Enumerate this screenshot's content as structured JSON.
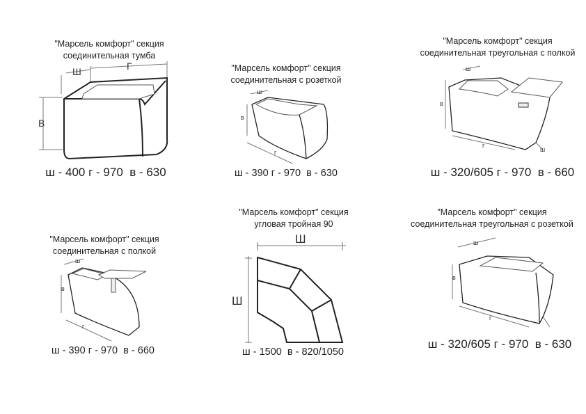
{
  "sections": [
    {
      "title_1": "\"Марсель комфорт\" секция",
      "title_2": "соединительная тумба",
      "spec": "ш - 400 г - 970  в - 630",
      "dims": {
        "w": "Ш",
        "d": "Г",
        "h": "В"
      }
    },
    {
      "title_1": "\"Марсель комфорт\" секция",
      "title_2": "соединительная с розеткой",
      "spec": "ш - 390 г - 970  в - 630",
      "dims": {
        "w": "ш",
        "d": "г",
        "h": "в"
      }
    },
    {
      "title_1": "\"Марсель комфорт\" секция",
      "title_2": "соединительная треугольная с полкой",
      "spec": "ш - 320/605 г - 970  в - 660",
      "dims": {
        "w": "ш",
        "d": "г",
        "h": "в"
      }
    },
    {
      "title_1": "\"Марсель комфорт\" секция",
      "title_2": "соединительная с полкой",
      "spec": "ш - 390 г - 970  в - 660",
      "dims": {
        "w": "ш",
        "d": "г",
        "h": "в"
      }
    },
    {
      "title_1": "\"Марсель комфорт\" секция",
      "title_2": "угловая тройная 90",
      "spec": "ш - 1500  в - 820/1050",
      "dims": {
        "w": "Ш",
        "h": "Ш"
      }
    },
    {
      "title_1": "\"Марсель комфорт\" секция",
      "title_2": "соединительная треугольная с розеткой",
      "spec": "ш - 320/605 г - 970  в - 630",
      "dims": {
        "w": "ш",
        "d": "г",
        "h": "в"
      }
    }
  ]
}
